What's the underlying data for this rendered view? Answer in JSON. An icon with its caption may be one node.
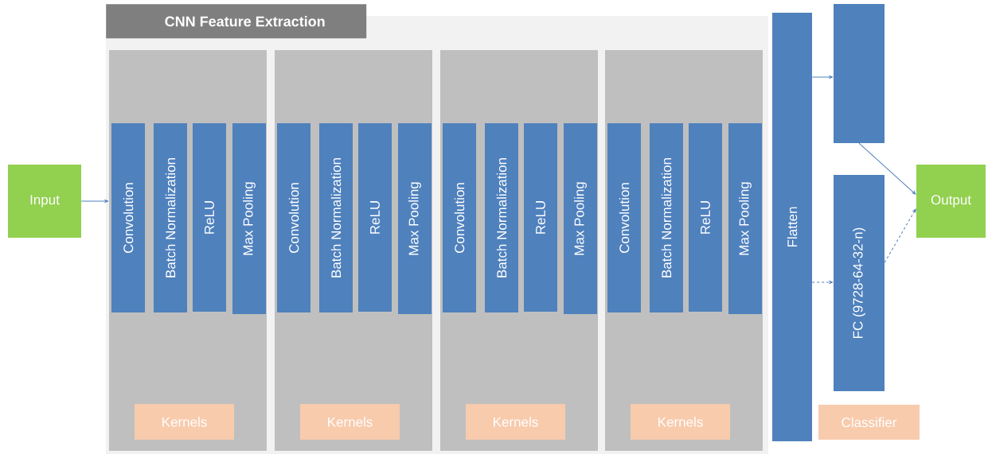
{
  "diagram": {
    "nodes": [
      {
        "text": [
          "Input"
        ]
      },
      {
        "text": [
          "CNN Feature Extraction"
        ]
      },
      {
        "text": [],
        "shape": "box",
        "in": 1
      },
      {
        "text": [
          "Convolution"
        ],
        "in": 2
      },
      {
        "text": [
          "Batch Normalization"
        ],
        "in": 2
      },
      {
        "text": [
          "ReLU"
        ],
        "in": 2
      },
      {
        "text": [
          "Max Pooling"
        ],
        "in": 2
      },
      {
        "text": [
          "Kernels"
        ],
        "in": 2
      },
      {
        "text": [],
        "shape": "box",
        "in": 1
      },
      {
        "text": [
          "Convolution"
        ],
        "in": 8
      },
      {
        "text": [
          "Batch Normalization"
        ],
        "in": 8
      },
      {
        "text": [
          "ReLU"
        ],
        "in": 8
      },
      {
        "text": [
          "Max Pooling"
        ],
        "in": 8
      },
      {
        "text": [
          "Kernels"
        ],
        "in": 8
      },
      {
        "text": [],
        "shape": "box",
        "in": 1
      },
      {
        "text": [
          "Convolution"
        ],
        "in": 14
      },
      {
        "text": [
          "Batch Normalization"
        ],
        "in": 14
      },
      {
        "text": [
          "ReLU"
        ],
        "in": 14
      },
      {
        "text": [
          "Max Pooling"
        ],
        "in": 14
      },
      {
        "text": [
          "Kernels"
        ],
        "in": 14
      },
      {
        "text": [],
        "shape": "box",
        "in": 1
      },
      {
        "text": [
          "Convolution"
        ],
        "in": 20
      },
      {
        "text": [
          "Batch Normalization"
        ],
        "in": 20
      },
      {
        "text": [
          "ReLU"
        ],
        "in": 20
      },
      {
        "text": [
          "Max Pooling"
        ],
        "in": 20
      },
      {
        "text": [
          "Kernels"
        ],
        "in": 20
      },
      {
        "text": [
          "Flatten"
        ]
      },
      {
        "text": [],
        "shape": "box"
      },
      {
        "text": [
          "FC (9728-64-32-n)"
        ]
      },
      {
        "text": [
          "Classifier"
        ]
      },
      {
        "text": [
          "Output"
        ]
      }
    ],
    "edges": [
      {
        "from": 0,
        "to": 2,
        "arrow": "to"
      },
      {
        "from": 26,
        "to": 27,
        "arrow": "to"
      },
      {
        "from": 26,
        "to": 28,
        "arrow": "to",
        "style": "dashed"
      },
      {
        "from": 27,
        "to": 30,
        "arrow": "to"
      },
      {
        "from": 28,
        "to": 30,
        "arrow": "to",
        "style": "dashed"
      }
    ]
  }
}
